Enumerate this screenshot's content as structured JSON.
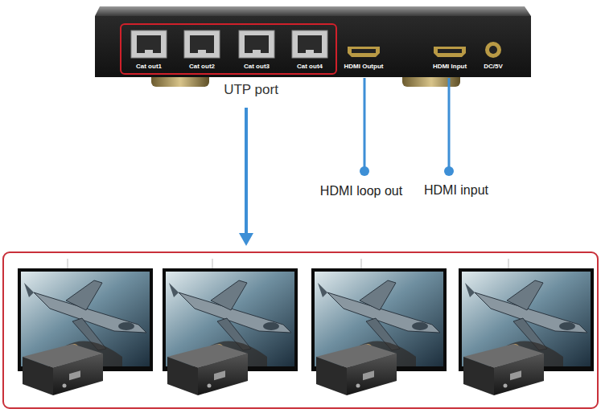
{
  "diagram": {
    "labels": [
      "Cat out1",
      "Cat out2",
      "Cat out3",
      "Cat out4",
      "HDMI Output",
      "HDMI Input",
      "DC/5V",
      "UTP port",
      "HDMI loop out",
      "HDMI input"
    ]
  }
}
